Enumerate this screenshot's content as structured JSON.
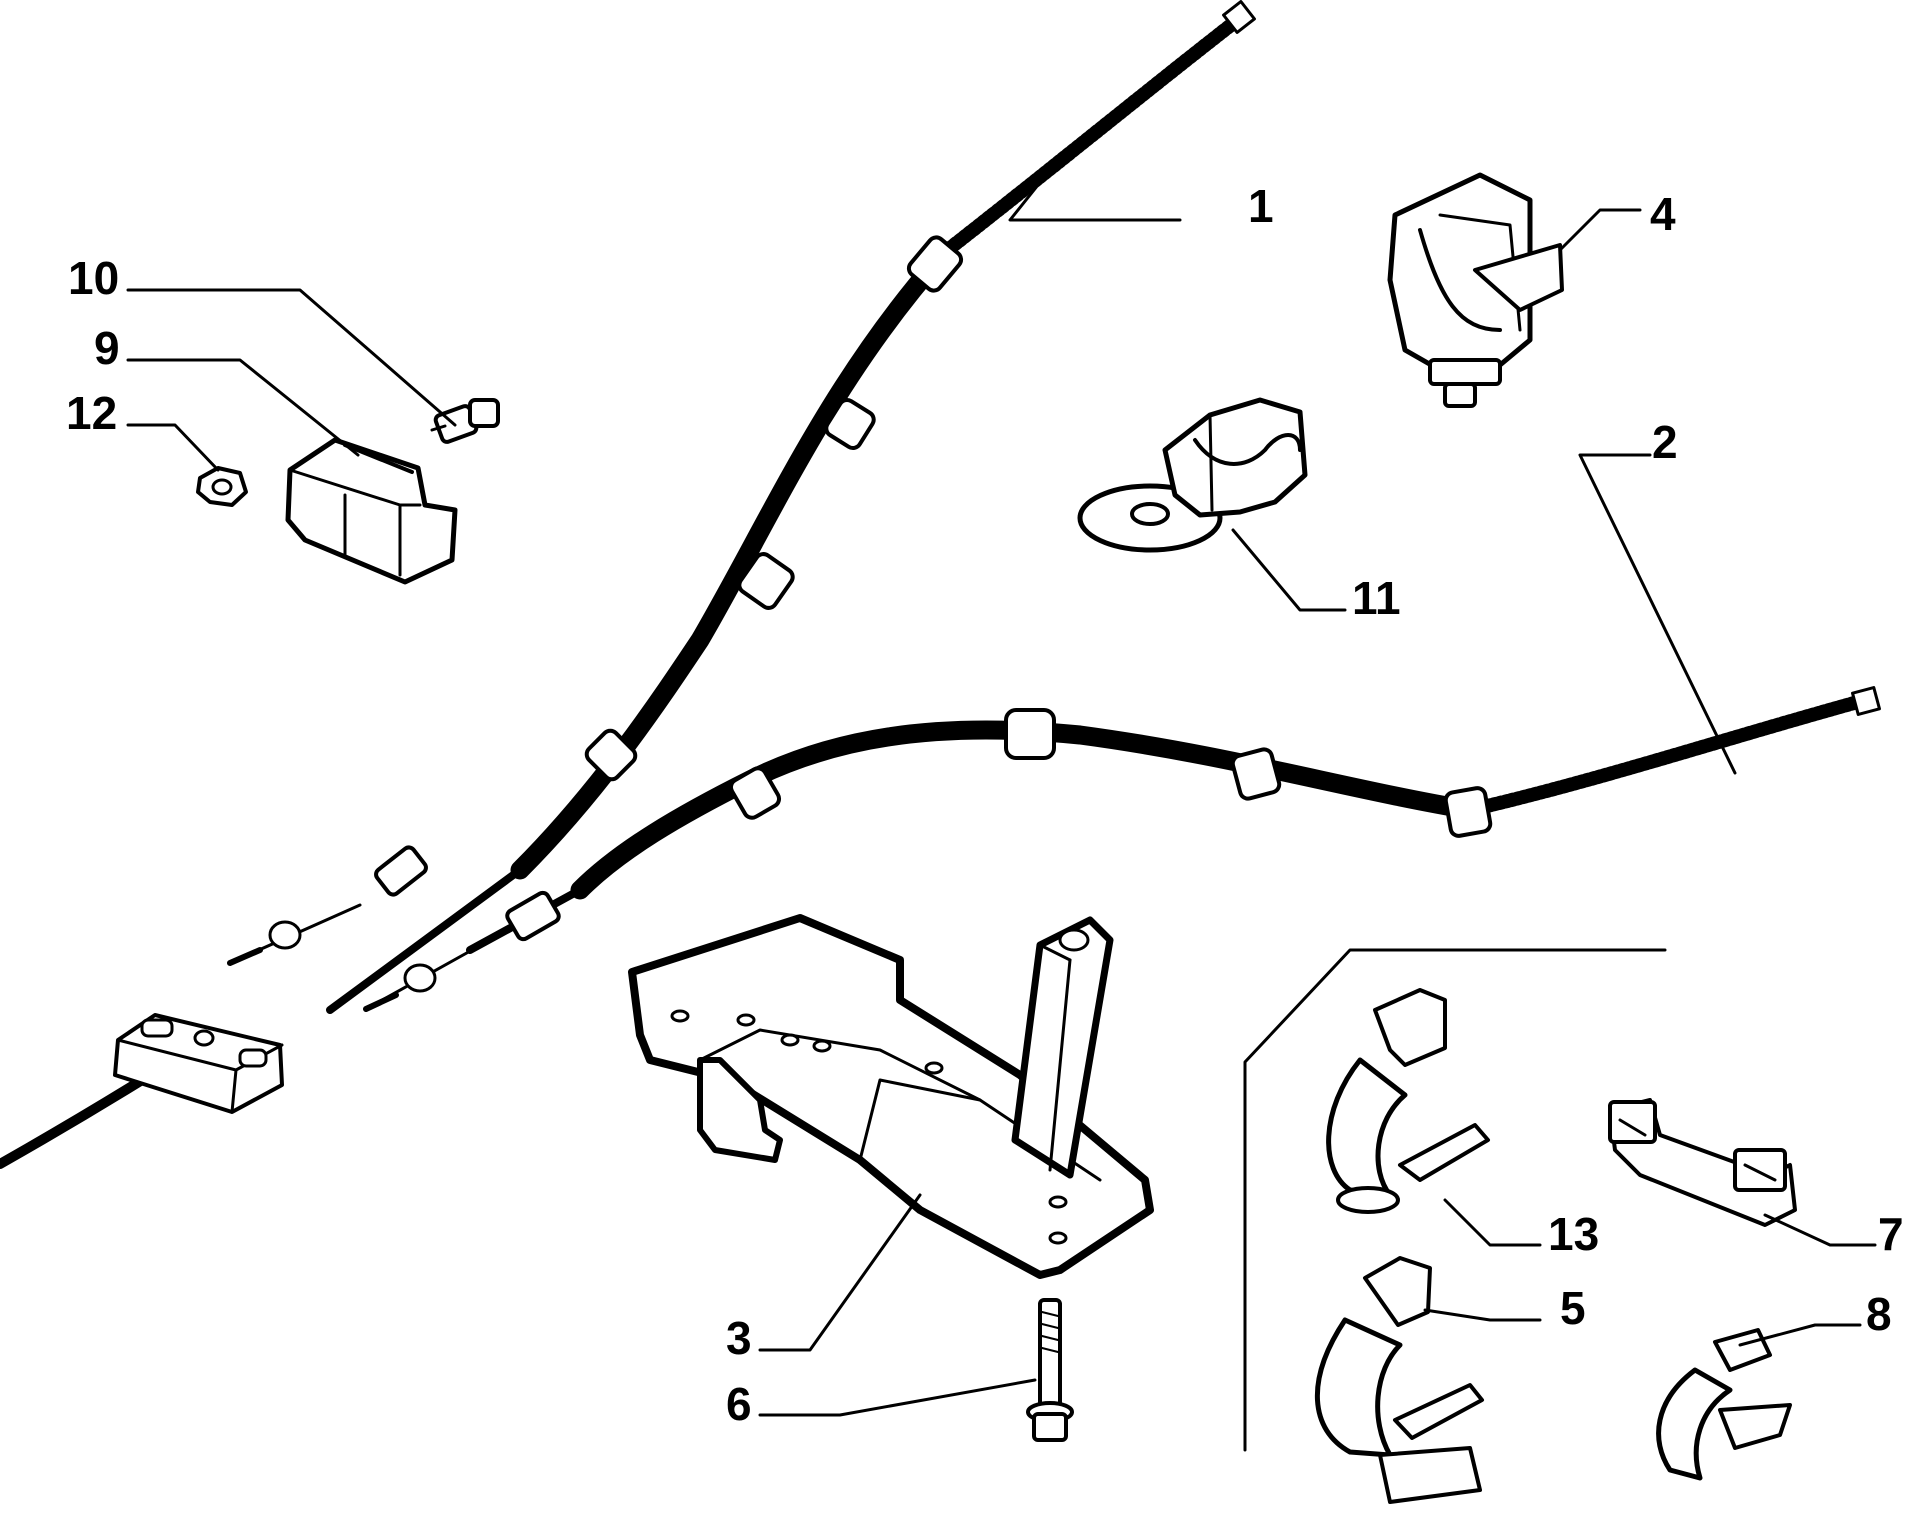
{
  "diagram": {
    "background": "#ffffff",
    "ink": "#000000",
    "callouts": [
      {
        "id": "c1",
        "label": "1"
      },
      {
        "id": "c2",
        "label": "2"
      },
      {
        "id": "c3",
        "label": "3"
      },
      {
        "id": "c4",
        "label": "4"
      },
      {
        "id": "c5",
        "label": "5"
      },
      {
        "id": "c6",
        "label": "6"
      },
      {
        "id": "c7",
        "label": "7"
      },
      {
        "id": "c8",
        "label": "8"
      },
      {
        "id": "c9",
        "label": "9"
      },
      {
        "id": "c10",
        "label": "10"
      },
      {
        "id": "c11",
        "label": "11"
      },
      {
        "id": "c12",
        "label": "12"
      },
      {
        "id": "c13",
        "label": "13"
      }
    ]
  }
}
